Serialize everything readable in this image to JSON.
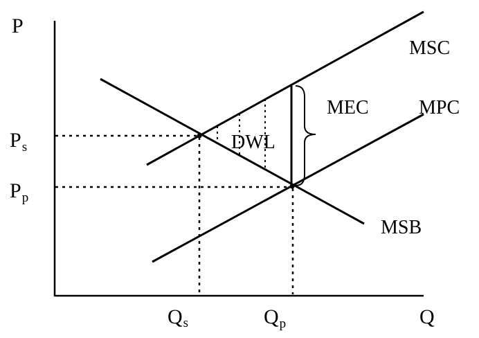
{
  "axes": {
    "y_label": "P",
    "x_label": "Q"
  },
  "curves": {
    "msc": "MSC",
    "mpc": "MPC",
    "msb": "MSB"
  },
  "annotations": {
    "mec": "MEC",
    "dwl": "DWL"
  },
  "y_ticks": {
    "ps_main": "P",
    "ps_sub": "s",
    "pp_main": "P",
    "pp_sub": "p"
  },
  "x_ticks": {
    "qs_main": "Q",
    "qs_sub": "s",
    "qp_main": "Q",
    "qp_sub": "p"
  },
  "colors": {
    "ink": "#000000",
    "background": "#ffffff"
  }
}
